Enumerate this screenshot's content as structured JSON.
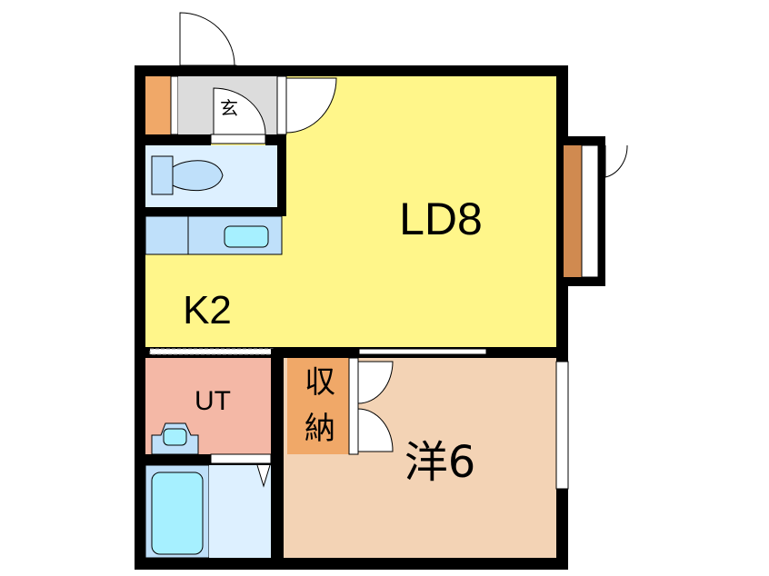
{
  "rooms": {
    "ld": {
      "label": "LD8",
      "color": "#fff68a"
    },
    "kitchen": {
      "label": "K2"
    },
    "utility": {
      "label": "UT",
      "color": "#f4b8a6"
    },
    "closet": {
      "label_top": "収",
      "label_bottom": "納",
      "color": "#f0a868"
    },
    "western": {
      "label": "洋6",
      "color": "#f3d3b5"
    },
    "entrance": {
      "label": "玄",
      "color": "#dcdcdc"
    },
    "toilet": {
      "color": "#ddf0ff"
    },
    "bath": {
      "color": "#bfe0fa"
    }
  },
  "colors": {
    "wall": "#000000",
    "fixture": "#a6f0ff",
    "bay": "#d08a50"
  }
}
